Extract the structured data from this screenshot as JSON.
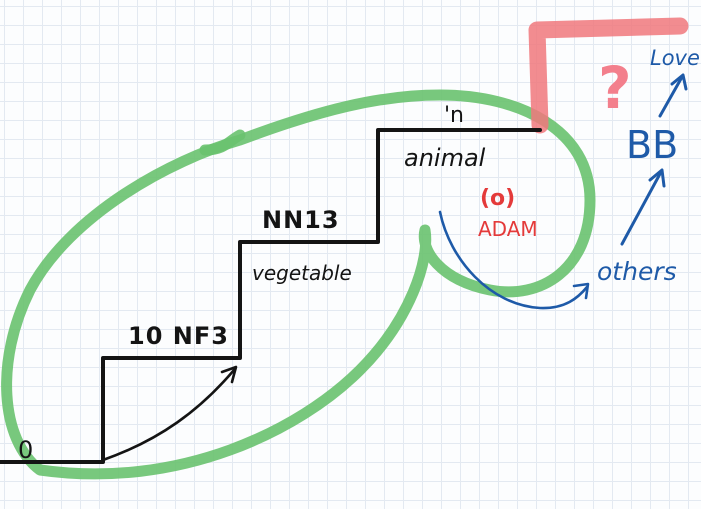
{
  "labels": {
    "zero": "0",
    "step1": "10 NF3",
    "step2": "NN13",
    "step2_name": "vegetable",
    "step3": "'n",
    "step3_name": "animal",
    "adam_mark": "(o)",
    "adam": "ADAM",
    "question_mark": "?",
    "love": "Love",
    "bb": "BB",
    "others": "others"
  },
  "colors": {
    "green_outline": "#69c26f",
    "stairs": "#141414",
    "red_highlight": "#f0787d",
    "blue_ink": "#1e5aa8",
    "red_ink": "#e43a3a",
    "pink_question": "#f37f8c"
  }
}
